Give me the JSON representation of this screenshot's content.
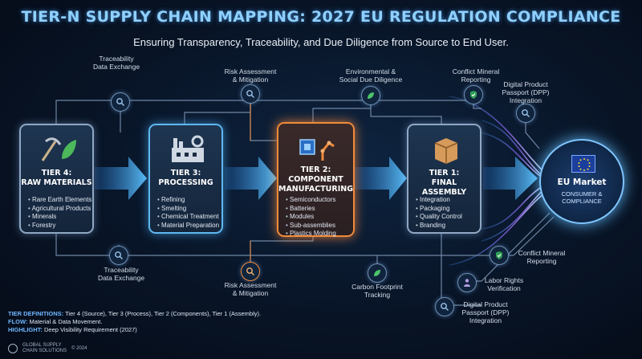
{
  "header": {
    "title": "TIER-N SUPPLY CHAIN MAPPING: 2027 EU REGULATION COMPLIANCE",
    "subtitle": "Ensuring Transparency, Traceability, and Due Diligence from Source to End User."
  },
  "tiers": [
    {
      "title_line1": "TIER 4:",
      "title_line2": "RAW MATERIALS",
      "items": [
        "Rare Earth Elements",
        "Agricultural Products",
        "Minerals",
        "Forestry"
      ],
      "icon": "pickaxe-leaf-icon"
    },
    {
      "title_line1": "TIER 3:",
      "title_line2": "PROCESSING",
      "items": [
        "Refining",
        "Smelting",
        "Chemical Treatment",
        "Material Preparation"
      ],
      "icon": "factory-icon"
    },
    {
      "title_line1": "TIER 2:",
      "title_line2": "COMPONENT",
      "title_line3": "MANUFACTURING",
      "items": [
        "Semiconductors",
        "Batteries",
        "Modules",
        "Sub-assemblies",
        "Plastics Molding"
      ],
      "icon": "chip-robot-arm-icon",
      "highlight": true
    },
    {
      "title_line1": "TIER 1:",
      "title_line2": "FINAL ASSEMBLY",
      "items": [
        "Integration",
        "Packaging",
        "Quality Control",
        "Branding"
      ],
      "icon": "package-icon"
    }
  ],
  "market": {
    "title": "EU Market",
    "subtitle_line1": "CONSUMER &",
    "subtitle_line2": "COMPLIANCE",
    "icon": "eu-flag-icon"
  },
  "top_labels": [
    {
      "line1": "Traceability",
      "line2": "Data Exchange",
      "icon": "magnifier-icon"
    },
    {
      "line1": "Risk Assessment",
      "line2": "& Mitigation",
      "icon": "magnifier-icon"
    },
    {
      "line1": "Environmental &",
      "line2": "Social Due Diligence",
      "icon": "leaf-icon"
    },
    {
      "line1": "Conflict Mineral",
      "line2": "Reporting",
      "icon": "shield-check-icon"
    },
    {
      "line1": "Digital Product",
      "line2": "Passport (DPP)",
      "line3": "Integration",
      "icon": "magnifier-icon"
    }
  ],
  "bottom_labels": [
    {
      "line1": "Traceability",
      "line2": "Data Exchange",
      "icon": "magnifier-icon"
    },
    {
      "line1": "Risk Assessment",
      "line2": "& Mitigation",
      "icon": "magnifier-icon"
    },
    {
      "line1": "Carbon Footprint",
      "line2": "Tracking",
      "icon": "leaf-icon"
    },
    {
      "line1": "Digital Product",
      "line2": "Passport (DPP)",
      "line3": "Integration",
      "icon": "magnifier-icon"
    }
  ],
  "right_labels": [
    {
      "line1": "Conflict Mineral",
      "line2": "Reporting",
      "icon": "shield-check-icon"
    },
    {
      "line1": "Labor Rights",
      "line2": "Verification",
      "icon": "person-icon"
    }
  ],
  "legend": {
    "def_key": "TIER DEFINITIONS:",
    "def_text": "Tier 4 (Source), Tier 3 (Process), Tier 2 (Components), Tier 1 (Assembly).",
    "flow_key": "FLOW:",
    "flow_text": "Material & Data Movement.",
    "highlight_key": "HIGHLIGHT:",
    "highlight_text": "Deep Visibility Requirement (2027)"
  },
  "footer": {
    "brand_line1": "GLOBAL SUPPLY",
    "brand_line2": "CHAIN SOLUTIONS",
    "copyright": "© 2024"
  },
  "colors": {
    "accent": "#8fd0ff",
    "highlight": "#f08a3a",
    "flow": "#3aa0ff",
    "market_glow": "#7fc6ff"
  }
}
